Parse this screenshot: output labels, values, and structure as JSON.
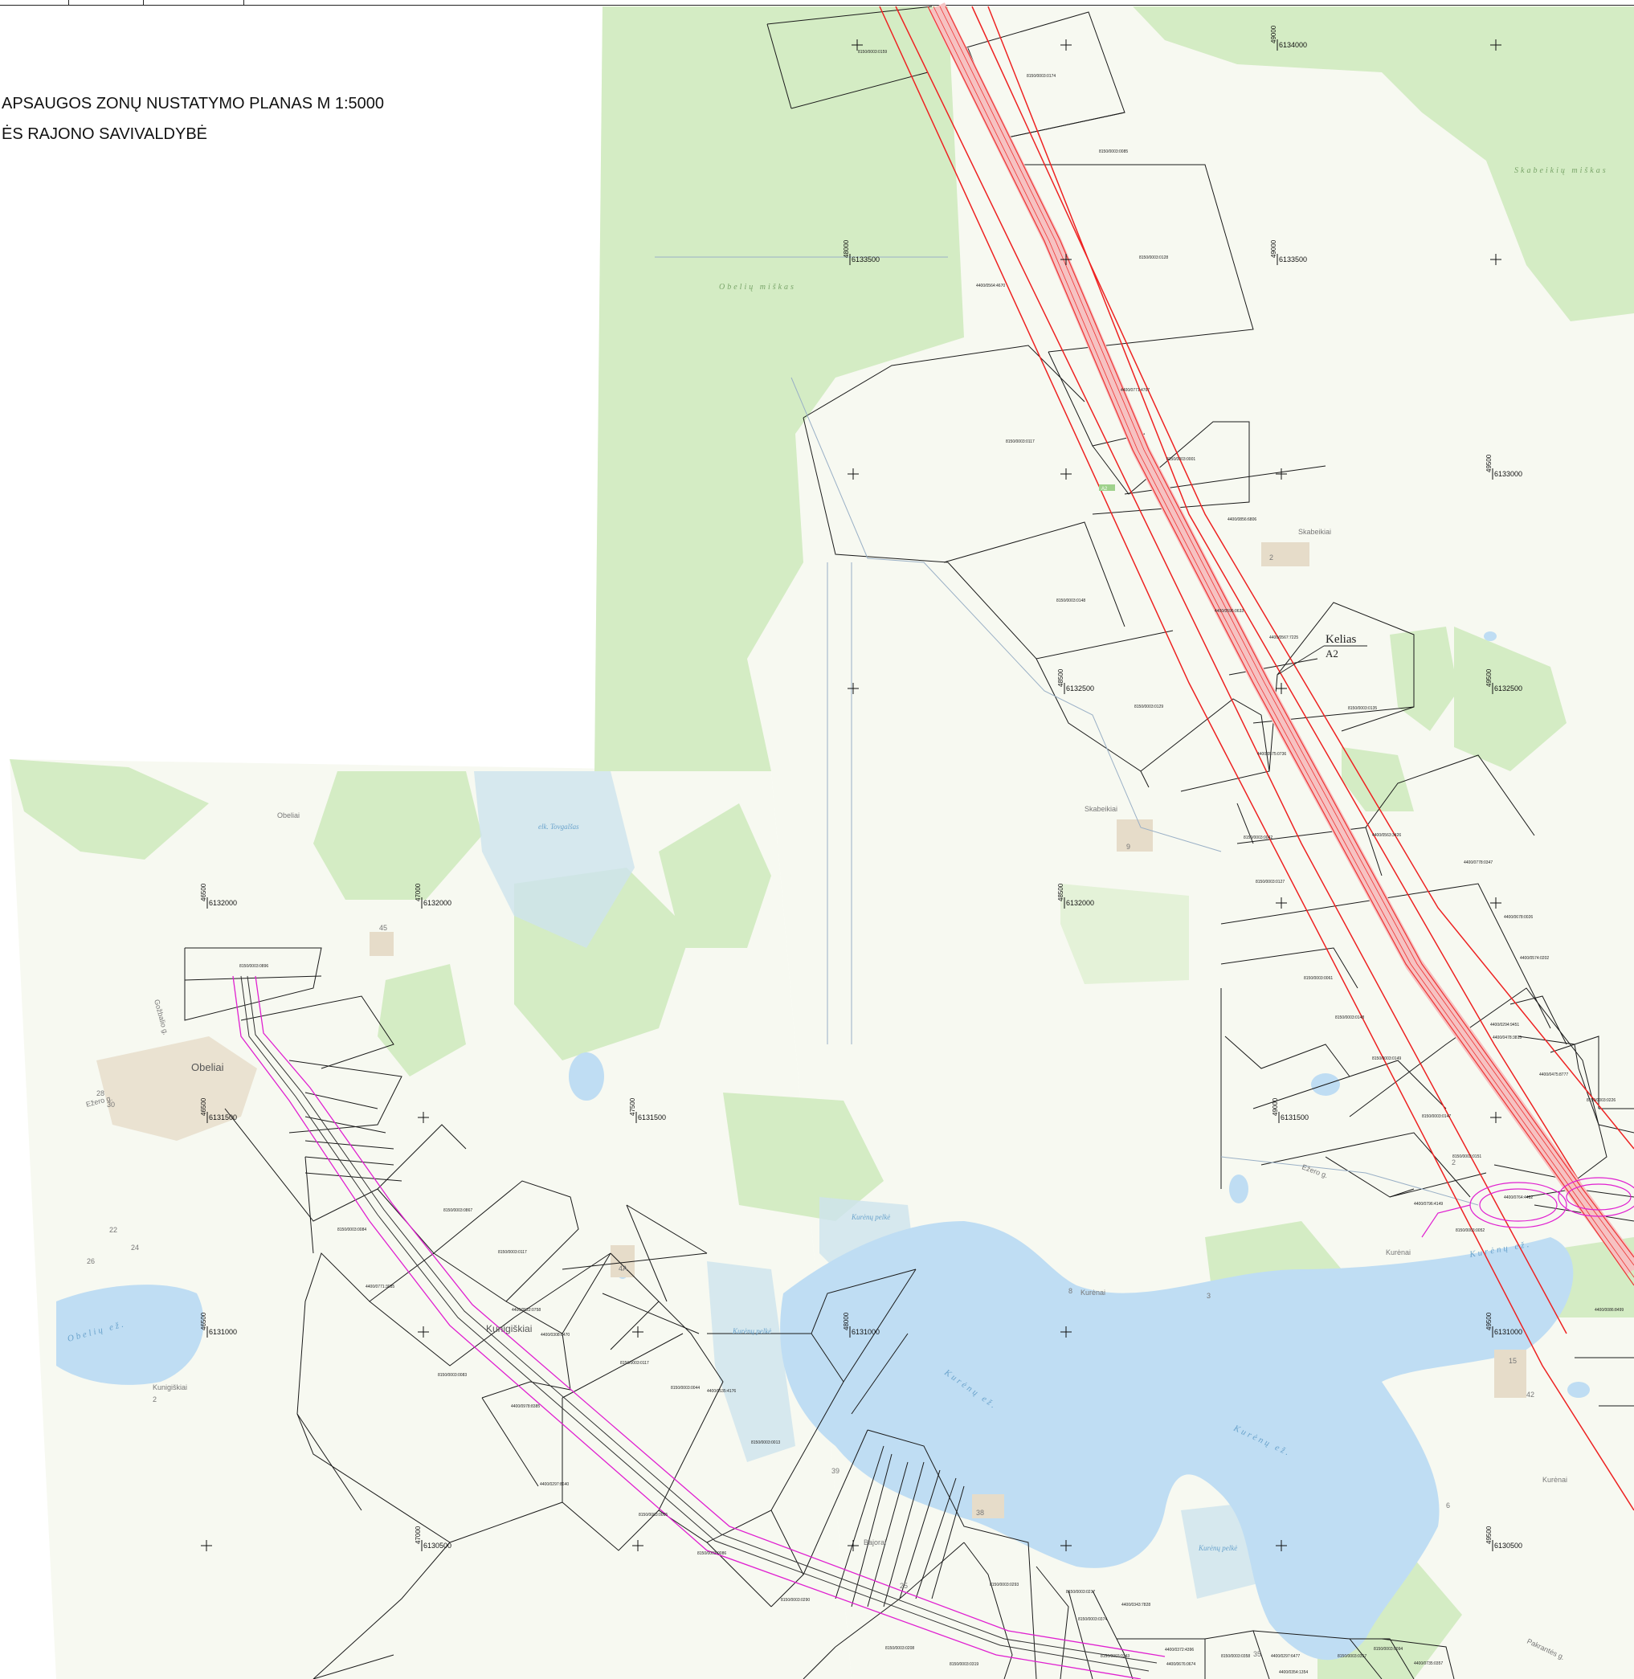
{
  "header": {
    "title": "APSAUGOS ZONŲ NUSTATYMO PLANAS M 1:5000",
    "subtitle": "ĖS RAJONO SAVIVALDYBĖ"
  },
  "grid": {
    "labels": [
      {
        "n": "6134000",
        "e": "49000"
      },
      {
        "n": "6133500",
        "e": "48000"
      },
      {
        "n": "6133500",
        "e": "49000"
      },
      {
        "n": "6133000",
        "e": "49500"
      },
      {
        "n": "6132500",
        "e": "48500"
      },
      {
        "n": "6132500",
        "e": "49500"
      },
      {
        "n": "6132000",
        "e": "46500"
      },
      {
        "n": "6132000",
        "e": "47000"
      },
      {
        "n": "6132000",
        "e": "48500"
      },
      {
        "n": "6131500",
        "e": "46500"
      },
      {
        "n": "6131500",
        "e": "47500"
      },
      {
        "n": "6131500",
        "e": "49000"
      },
      {
        "n": "6131000",
        "e": "46500"
      },
      {
        "n": "6131000",
        "e": "48000"
      },
      {
        "n": "6131000",
        "e": "49500"
      },
      {
        "n": "6130500",
        "e": "47000"
      },
      {
        "n": "6130500",
        "e": "49500"
      }
    ]
  },
  "forest_names": [
    "Obelių miškas",
    "Skabeikių miškas"
  ],
  "lake_names": [
    "Kurėnų ež.",
    "Kurėnų ež.",
    "Kurėnų ež.",
    "Obelių ež."
  ],
  "wetland_names": [
    "Kurėnų pelkė",
    "Kurėnų pelkė",
    "Kurėnų pelkė",
    "elk. Tovgalšas"
  ],
  "places": [
    "Skabeikiai",
    "Skabeikiai",
    "Obeliai",
    "Obeliai",
    "Kunigiškiai",
    "Kunigiškiai",
    "Kurėnai",
    "Kurėnai",
    "Kurėnai",
    "Bajorai"
  ],
  "roads": {
    "name": "Kelias",
    "number": "A2",
    "road_marker": "A2",
    "streets": [
      "Ežero g.",
      "Gožbalio g.",
      "Ežero g.",
      "Pakrantės g."
    ]
  },
  "parcel_ids": [
    "8150/0003:0159",
    "8150/0003:0174",
    "8150/0003:0085",
    "8150/0003:0128",
    "4400/0564:4670",
    "4400/0771:4767",
    "8150/0003:0117",
    "8150/0003:0001",
    "4400/0856:6806",
    "8150/0003:0148",
    "4400/0596:0633",
    "4400/0567:7225",
    "8150/0003:0129",
    "8150/0003:0135",
    "4400/0575:0736",
    "8150/0003:0042",
    "8150/0003:0127",
    "4400/0563:3426",
    "4400/0778:0347",
    "4400/0678:0026",
    "4400/0574:0202",
    "8150/0003:0061",
    "8150/0003:0148",
    "8150/0003:0149",
    "4400/0294:9451",
    "4400/0478:3815",
    "4400/0475:8777",
    "8150/0003:0147",
    "8150/0003:0226",
    "8150/0003:0151",
    "4400/0764:4482",
    "4400/0086:8499",
    "8150/0003:0052",
    "4400/0796:4149",
    "8150/0003:0896",
    "8150/0003:0867",
    "8150/0003:0084",
    "4400/0771:3085",
    "8150/0003:0117",
    "4400/0522:0758",
    "4400/0308:6470",
    "8150/0003:0117",
    "8150/0003:0044",
    "4400/0535:4176",
    "8150/0003:0083",
    "4400/0978:8385",
    "4400/0297:8640",
    "8150/0003:0005",
    "8150/0003:0086",
    "8150/0003:0013",
    "8150/0003:0290",
    "8150/0003:0293",
    "8150/0003:0217",
    "4400/0343:7828",
    "8150/0003:0208",
    "8150/0003:0319",
    "8150/0003:0343",
    "4400/0297:6477",
    "8150/0003:0357",
    "4400/0735:0357",
    "4400/0676:0674",
    "4400/0372:4396",
    "8150/0003:0358",
    "8150/0003:0374",
    "8150/0003:0094",
    "4400/0354:1354"
  ],
  "house_numbers": [
    "45",
    "2",
    "22",
    "26",
    "24",
    "28",
    "30",
    "4A",
    "39",
    "38",
    "25",
    "42",
    "2",
    "6",
    "15",
    "9",
    "2",
    "3",
    "8",
    "35"
  ],
  "colors": {
    "forest": "#d4ecc4",
    "forest_dark": "#cfe8bd",
    "open": "#f7f9f1",
    "water": "#bfddf3",
    "wetland": "#cde4ee",
    "settlement": "#e6dcc9",
    "parcel_line": "#1a1a1a",
    "highway": "#ee3333",
    "highway_fill": "#f6c2c2",
    "zone_line": "#ee2222",
    "local_road": "#e020d0"
  }
}
